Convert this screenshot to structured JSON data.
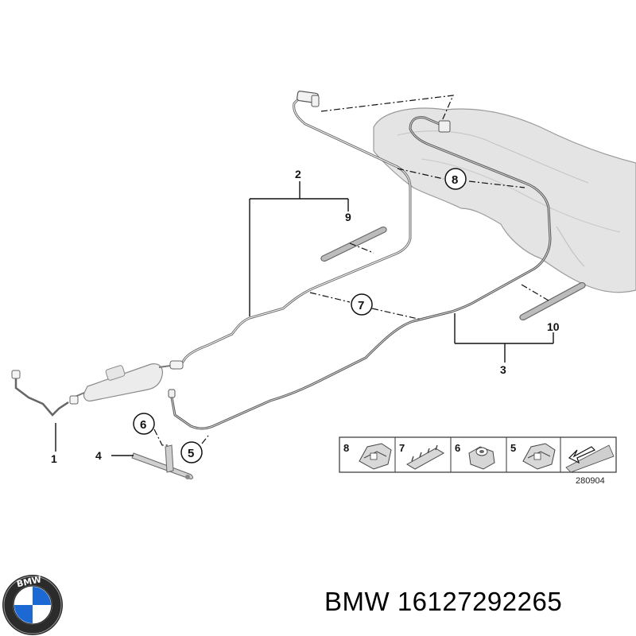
{
  "callouts": {
    "c1": "1",
    "c2": "2",
    "c3": "3",
    "c4": "4",
    "c5": "5",
    "c6": "6",
    "c7": "7",
    "c8": "8",
    "c9": "9",
    "c10": "10"
  },
  "kit_panel": {
    "items": [
      {
        "number": "8",
        "icon": "clip-icon"
      },
      {
        "number": "7",
        "icon": "rail-clip-icon"
      },
      {
        "number": "6",
        "icon": "nut-icon"
      },
      {
        "number": "5",
        "icon": "clip-icon"
      },
      {
        "number": "",
        "icon": "arrow-icon"
      }
    ],
    "diagram_code": "280904"
  },
  "brand": {
    "logo_text": "BMW",
    "caption": "BMW 16127292265"
  }
}
